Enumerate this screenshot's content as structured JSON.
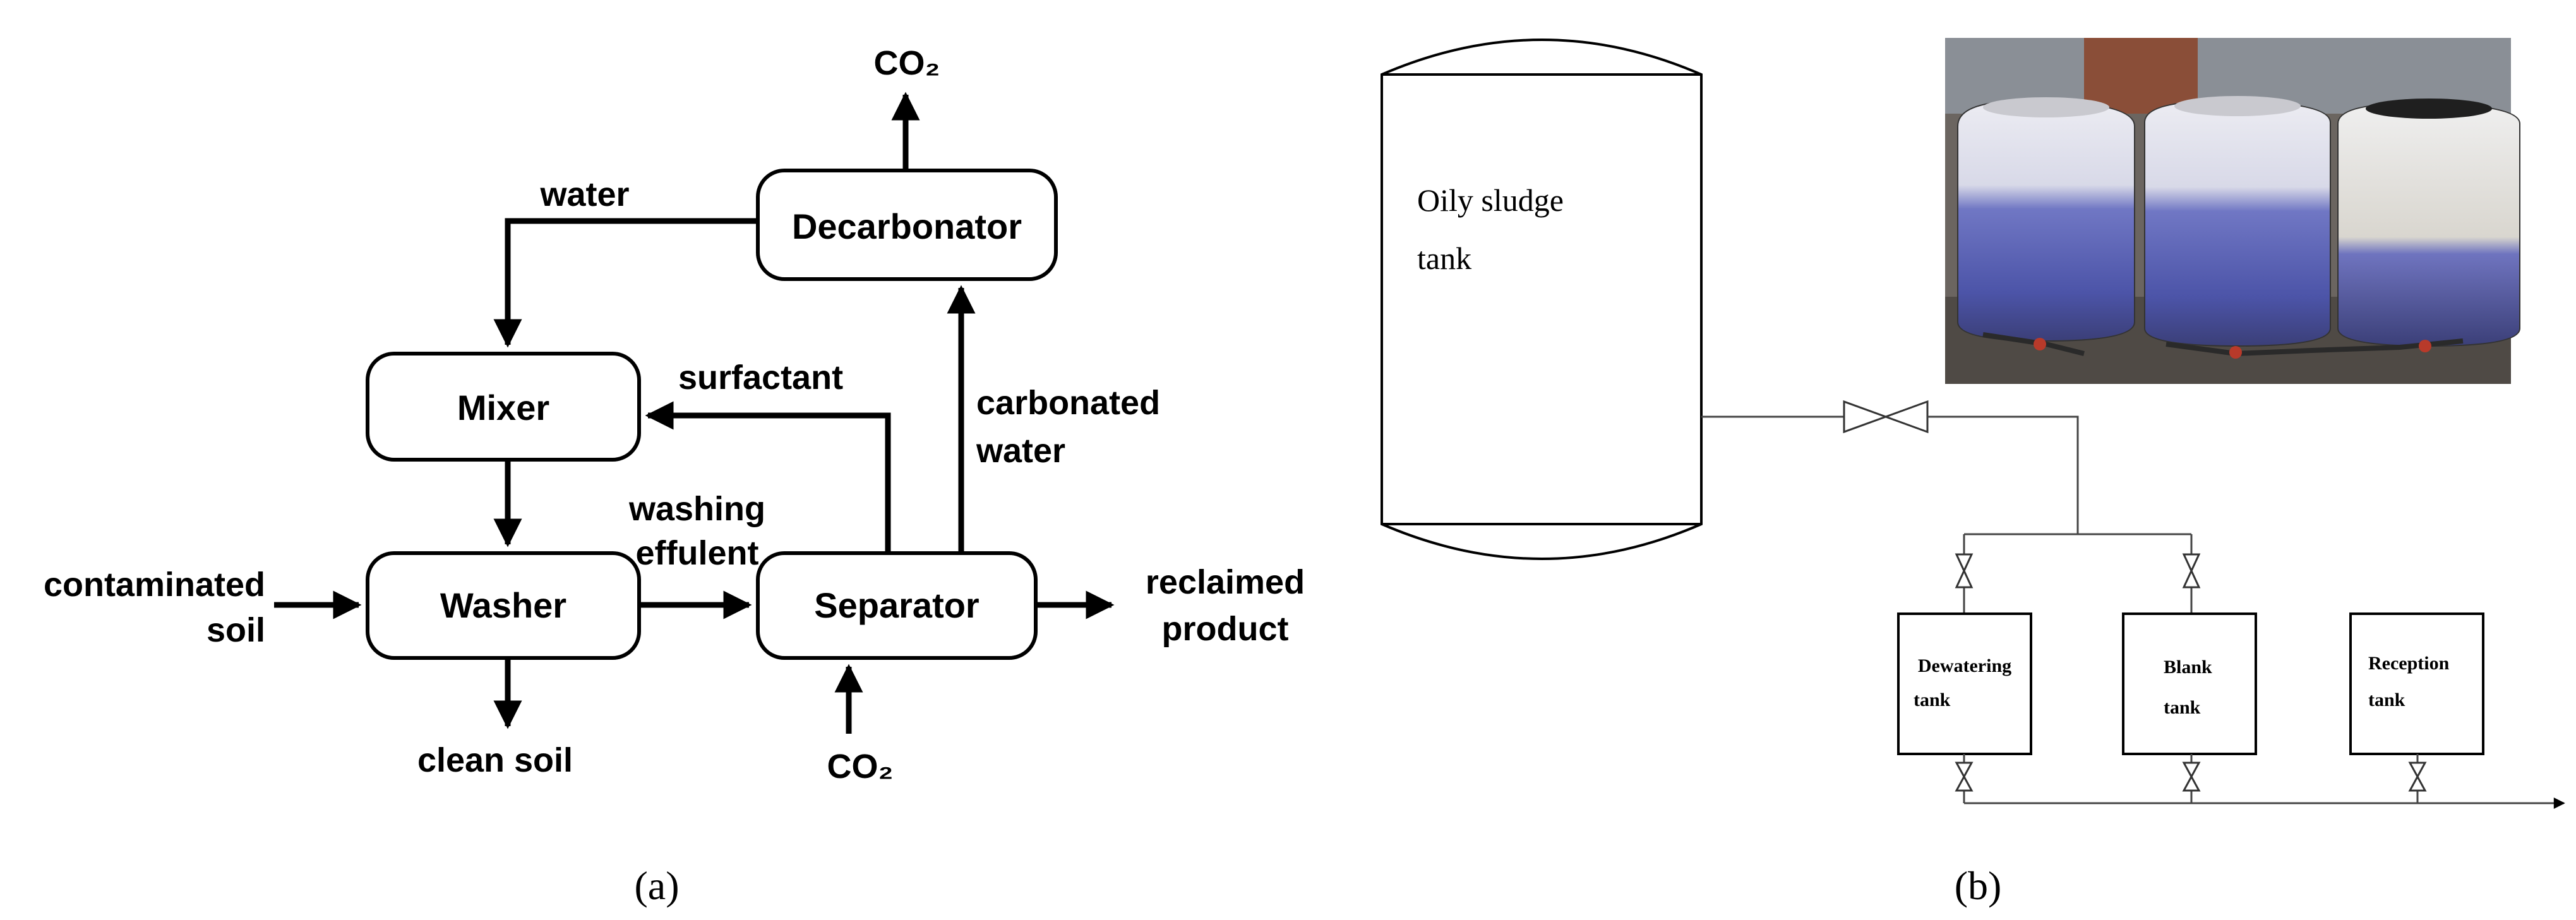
{
  "panel_a": {
    "caption": "(a)",
    "nodes": {
      "decarbonator": "Decarbonator",
      "mixer": "Mixer",
      "washer": "Washer",
      "separator": "Separator"
    },
    "labels": {
      "co2_top": "CO₂",
      "water": "water",
      "surfactant": "surfactant",
      "carbonated_1": "carbonated",
      "carbonated_2": "water",
      "washing_1": "washing",
      "washing_2": "effulent",
      "contaminated_1": "contaminated",
      "contaminated_2": "soil",
      "reclaimed_1": "reclaimed",
      "reclaimed_2": "product",
      "clean_soil": "clean soil",
      "co2_bottom": "CO₂"
    }
  },
  "panel_b": {
    "caption": "(b)",
    "main_tank_1": "Oily sludge",
    "main_tank_2": "tank",
    "tanks": [
      {
        "l1": "Dewatering",
        "l2": "tank"
      },
      {
        "l1": "Blank",
        "l2": "tank"
      },
      {
        "l1": "Reception",
        "l2": "tank"
      }
    ]
  },
  "colors": {
    "line": "#000000",
    "photo_tank_blue": "#5a63b8",
    "photo_tank_white": "#e6e6ee"
  }
}
